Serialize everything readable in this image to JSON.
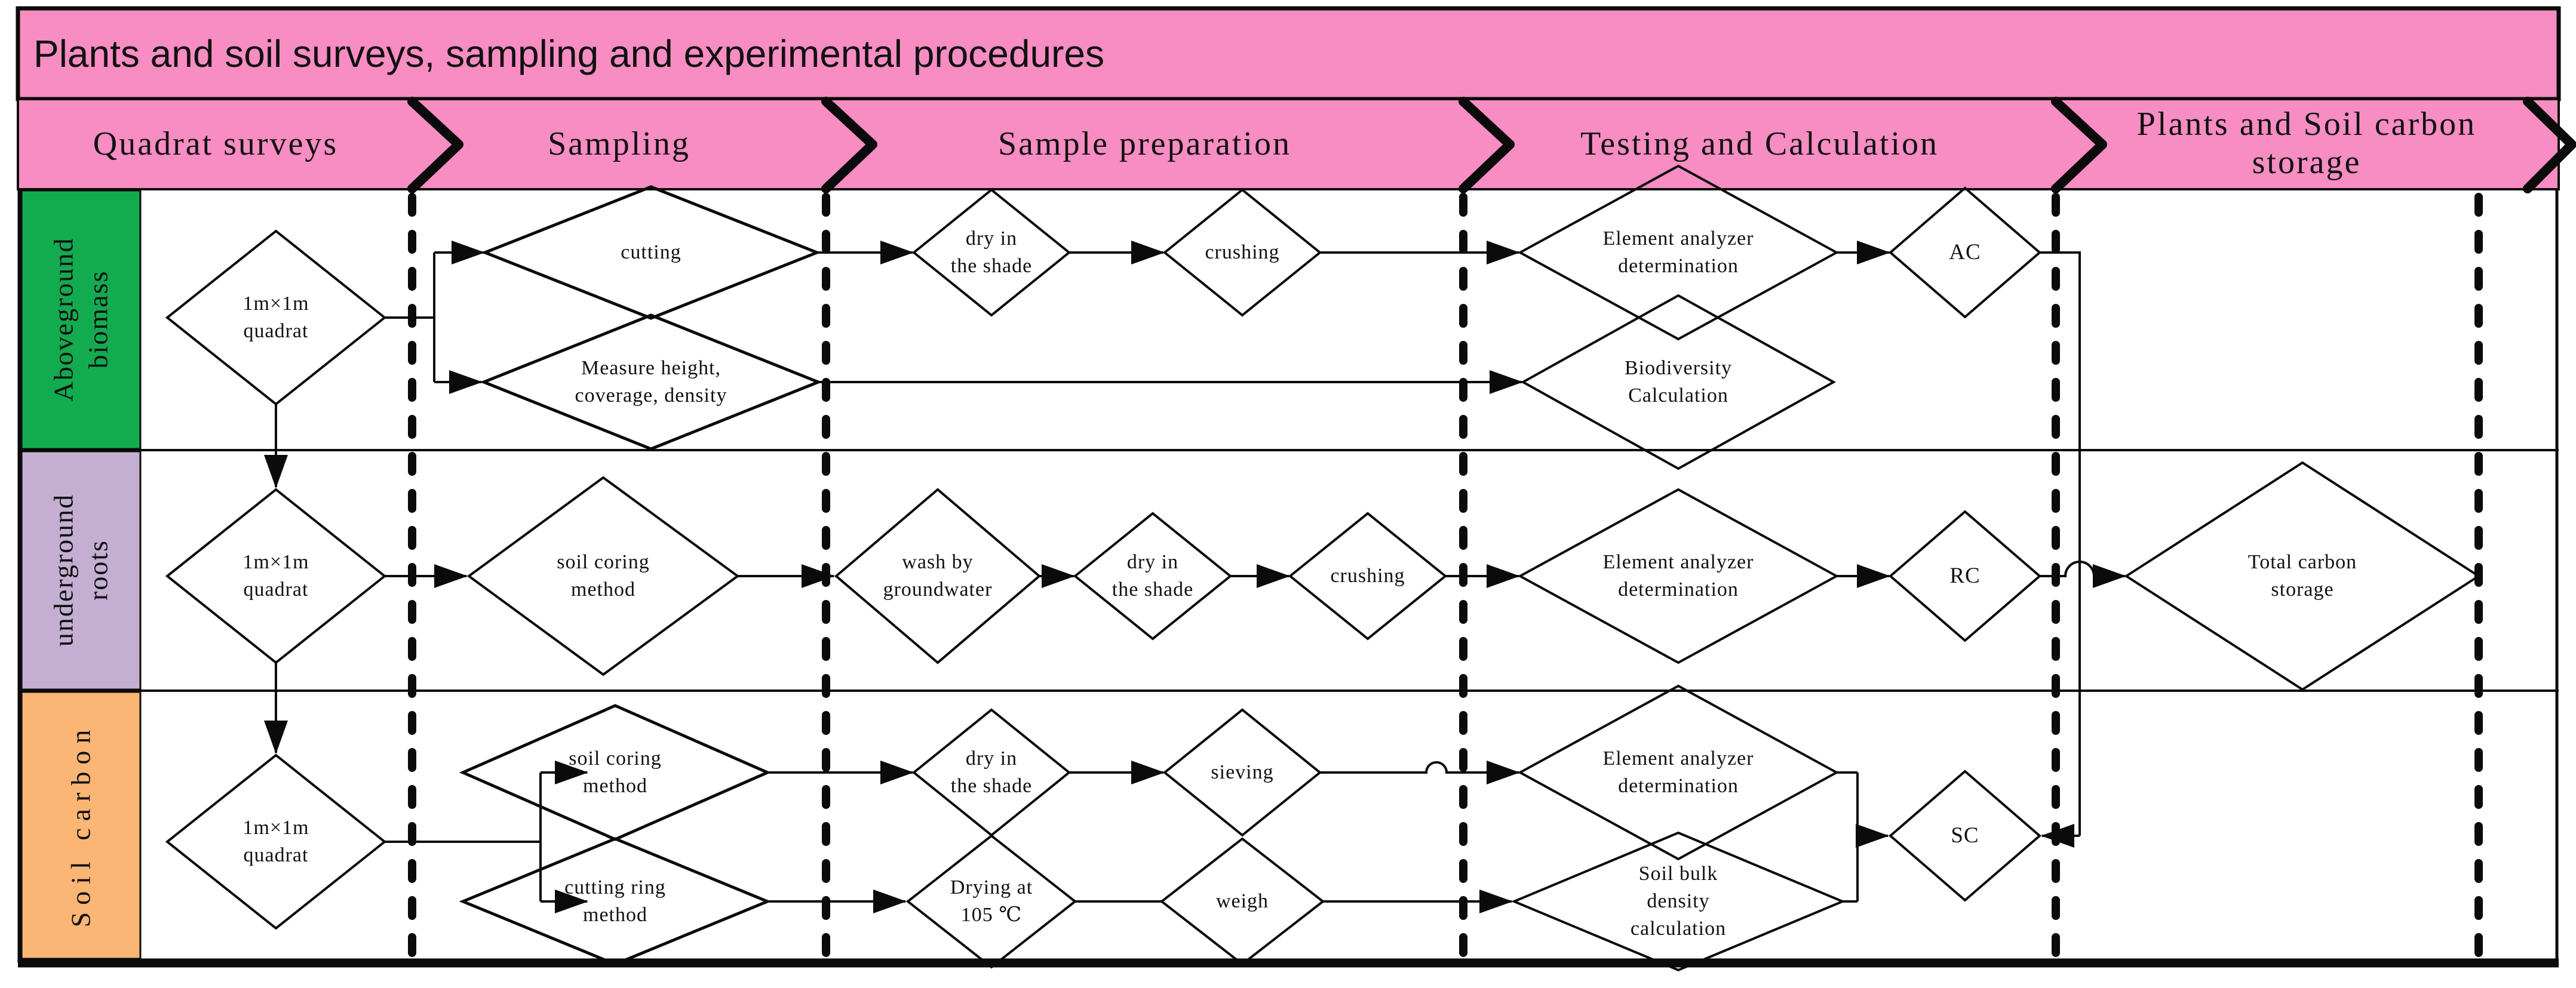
{
  "title": "Plants and soil surveys, sampling and experimental procedures",
  "banner": {
    "stages": [
      "Quadrat surveys",
      "Sampling",
      "Sample preparation",
      "Testing and Calculation",
      "Plants and Soil carbon storage"
    ]
  },
  "row_labels": {
    "aboveground": "Aboveground\nbiomass",
    "underground": "underground\nroots",
    "soil": "Soil carbon"
  },
  "nodes": {
    "quadrat1": "1m×1m\nquadrat",
    "cutting": "cutting",
    "measure": "Measure height,\ncoverage, density",
    "dry_shade_1": "dry in\nthe shade",
    "crushing_1": "crushing",
    "element_1": "Element analyzer\ndetermination",
    "ac": "AC",
    "biodiversity": "Biodiversity\nCalculation",
    "quadrat2": "1m×1m\nquadrat",
    "soil_coring_2": "soil coring\nmethod",
    "wash": "wash by\ngroundwater",
    "dry_shade_2": "dry in\nthe shade",
    "crushing_2": "crushing",
    "element_2": "Element analyzer\ndetermination",
    "rc": "RC",
    "total": "Total carbon\nstorage",
    "quadrat3": "1m×1m\nquadrat",
    "soil_coring_3": "soil coring\nmethod",
    "cutting_ring": "cutting ring\nmethod",
    "dry_shade_3": "dry in\nthe shade",
    "sieving": "sieving",
    "element_3": "Element analyzer\ndetermination",
    "drying105": "Drying at\n105 ℃",
    "weigh": "weigh",
    "soil_bulk": "Soil bulk\ndensity\ncalculation",
    "sc": "SC"
  },
  "colors": {
    "pink": "#F78DC2",
    "green": "#13AB50",
    "lavender": "#C4AFD3",
    "orange": "#FBB574",
    "line": "#0b0b0b"
  }
}
